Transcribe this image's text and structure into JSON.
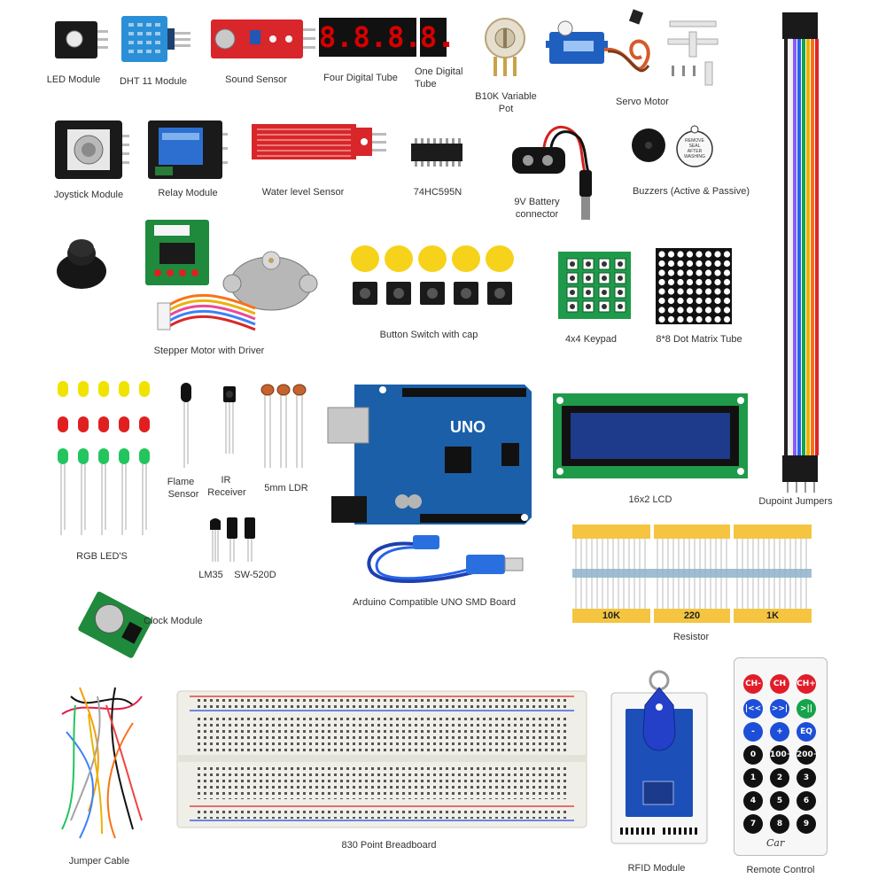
{
  "labels": {
    "led_module": "LED Module",
    "dht11": "DHT 11 Module",
    "sound_sensor": "Sound Sensor",
    "four_digital_tube": "Four Digital Tube",
    "one_digital_tube_1": "One Digital",
    "one_digital_tube_2": "Tube",
    "b10k_pot_1": "B10K Variable",
    "b10k_pot_2": "Pot",
    "servo_motor": "Servo Motor",
    "joystick_module": "Joystick Module",
    "relay_module": "Relay Module",
    "water_level_sensor": "Water level Sensor",
    "ic_74hc595n": "74HC595N",
    "battery_connector_1": "9V Battery",
    "battery_connector_2": "connector",
    "buzzers": "Buzzers (Active & Passive)",
    "stepper_motor": "Stepper Motor with Driver",
    "button_switch": "Button Switch with cap",
    "keypad": "4x4 Keypad",
    "dot_matrix": "8*8 Dot Matrix Tube",
    "rgb_leds": "RGB LED'S",
    "flame_sensor_1": "Flame",
    "flame_sensor_2": "Sensor",
    "ir_receiver_1": "IR",
    "ir_receiver_2": "Receiver",
    "ldr": "5mm LDR",
    "lm35": "LM35",
    "sw520d": "SW-520D",
    "uno_board": "Arduino Compatible UNO SMD Board",
    "lcd": "16x2 LCD",
    "dupont_jumpers": "Dupoint Jumpers",
    "clock_module": "Clock Module",
    "resistor": "Resistor",
    "jumper_cable": "Jumper Cable",
    "breadboard": "830 Point Breadboard",
    "rfid_module": "RFID Module",
    "remote_control": "Remote Control"
  },
  "resistor_values": [
    "10K",
    "220",
    "1K"
  ],
  "uno_text": "UNO",
  "seven_segment": {
    "four": "8.8.8.8.",
    "one": "8."
  },
  "remote_keys": [
    "CH-",
    "CH",
    "CH+",
    "|<<",
    ">>|",
    ">||",
    "-",
    "+",
    "EQ",
    "0",
    "100+",
    "200+",
    "1",
    "2",
    "3",
    "4",
    "5",
    "6",
    "7",
    "8",
    "9"
  ],
  "remote_brand": "Car",
  "buzzer_sticker": "REMOVE SEAL AFTER WASHING",
  "colors": {
    "pcb_blue": "#1b5fa8",
    "pcb_green": "#1f8a3c",
    "pcb_red": "#d8262b",
    "button_cap": "#f7d21a",
    "led_yellow": "#f1e300",
    "led_red": "#e02020",
    "led_green": "#22c55e",
    "lcd_blue": "#1e3a8a",
    "resistor_band": "#f5c542",
    "remote_red": "#e11d2a",
    "remote_blue": "#1d4ed8",
    "remote_green": "#16a34a"
  }
}
